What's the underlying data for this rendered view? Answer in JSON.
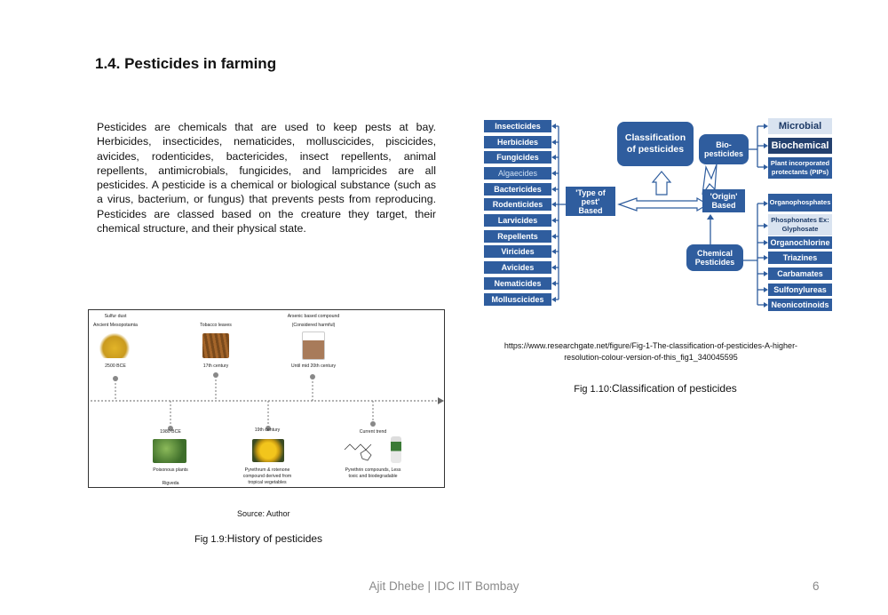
{
  "heading": "1.4. Pesticides in farming",
  "paragraph": "Pesticides are chemicals that are used to keep pests at bay. Herbicides, insecticides, nematicides, molluscicides, piscicides, avicides, rodenticides, bactericides, insect repellents, animal repellents, antimicrobials, fungicides, and lampricides are all pesticides. A pesticide is a chemical or biological substance (such as a virus, bacterium, or fungus) that prevents pests from reproducing. Pesticides are classed based on the creature they target, their chemical structure, and their physical state.",
  "classification": {
    "pest_types": [
      "Insecticides",
      "Herbicides",
      "Fungicides",
      "Algaecides",
      "Bactericides",
      "Rodenticides",
      "Larvicides",
      "Repellents",
      "Viricides",
      "Avicides",
      "Nematicides",
      "Molluscicides"
    ],
    "center": "Classification of pesticides",
    "type_of_pest": "'Type of pest' Based",
    "origin": "'Origin' Based",
    "bio": "Bio-pesticides",
    "chemical": "Chemical Pesticides",
    "bio_items": [
      "Microbial",
      "Biochemical",
      "Plant incorporated protectants (PIPs)"
    ],
    "chem_items": [
      "Organophosphates",
      "Phosphonates Ex: Glyphosate",
      "Organochlorine",
      "Triazines",
      "Carbamates",
      "Sulfonylureas",
      "Neonicotinoids"
    ]
  },
  "url": "https://www.researchgate.net/figure/Fig-1-The-classification-of-pesticides-A-higher-resolution-colour-version-of-this_fig1_340045595",
  "caption_right_prefix": "Fig 1.10:",
  "caption_right_text": "Classification of pesticides",
  "timeline": {
    "top": [
      {
        "label1": "Sulfur dust",
        "label2": "Ancient Mesopotamia",
        "date": "2500 BCE"
      },
      {
        "label1": "Tobacco leaves",
        "label2": "",
        "date": "17th century"
      },
      {
        "label1": "Arsenic based compound",
        "label2": "(Considered harmful)",
        "date": "Until mid 20th century"
      }
    ],
    "bottom": [
      {
        "date": "1980 BCE",
        "label1": "Poisonous plants",
        "label2": "Rigveda"
      },
      {
        "date": "19th century",
        "label1": "Pyrethrum & rotenone compound derived from tropical vegetables",
        "label2": ""
      },
      {
        "date": "Current trend",
        "label1": "Pyrethrin compounds, Less toxic and biodegradable",
        "label2": ""
      }
    ]
  },
  "source": "Source: Author",
  "caption_left_prefix": "Fig 1.9:",
  "caption_left_text": "History of pesticides",
  "footer": "Ajit Dhebe | IDC IIT Bombay",
  "page_number": "6",
  "colors": {
    "box": "#2f5d9e",
    "dark": "#23406e",
    "arrow": "#2f5d9e"
  }
}
